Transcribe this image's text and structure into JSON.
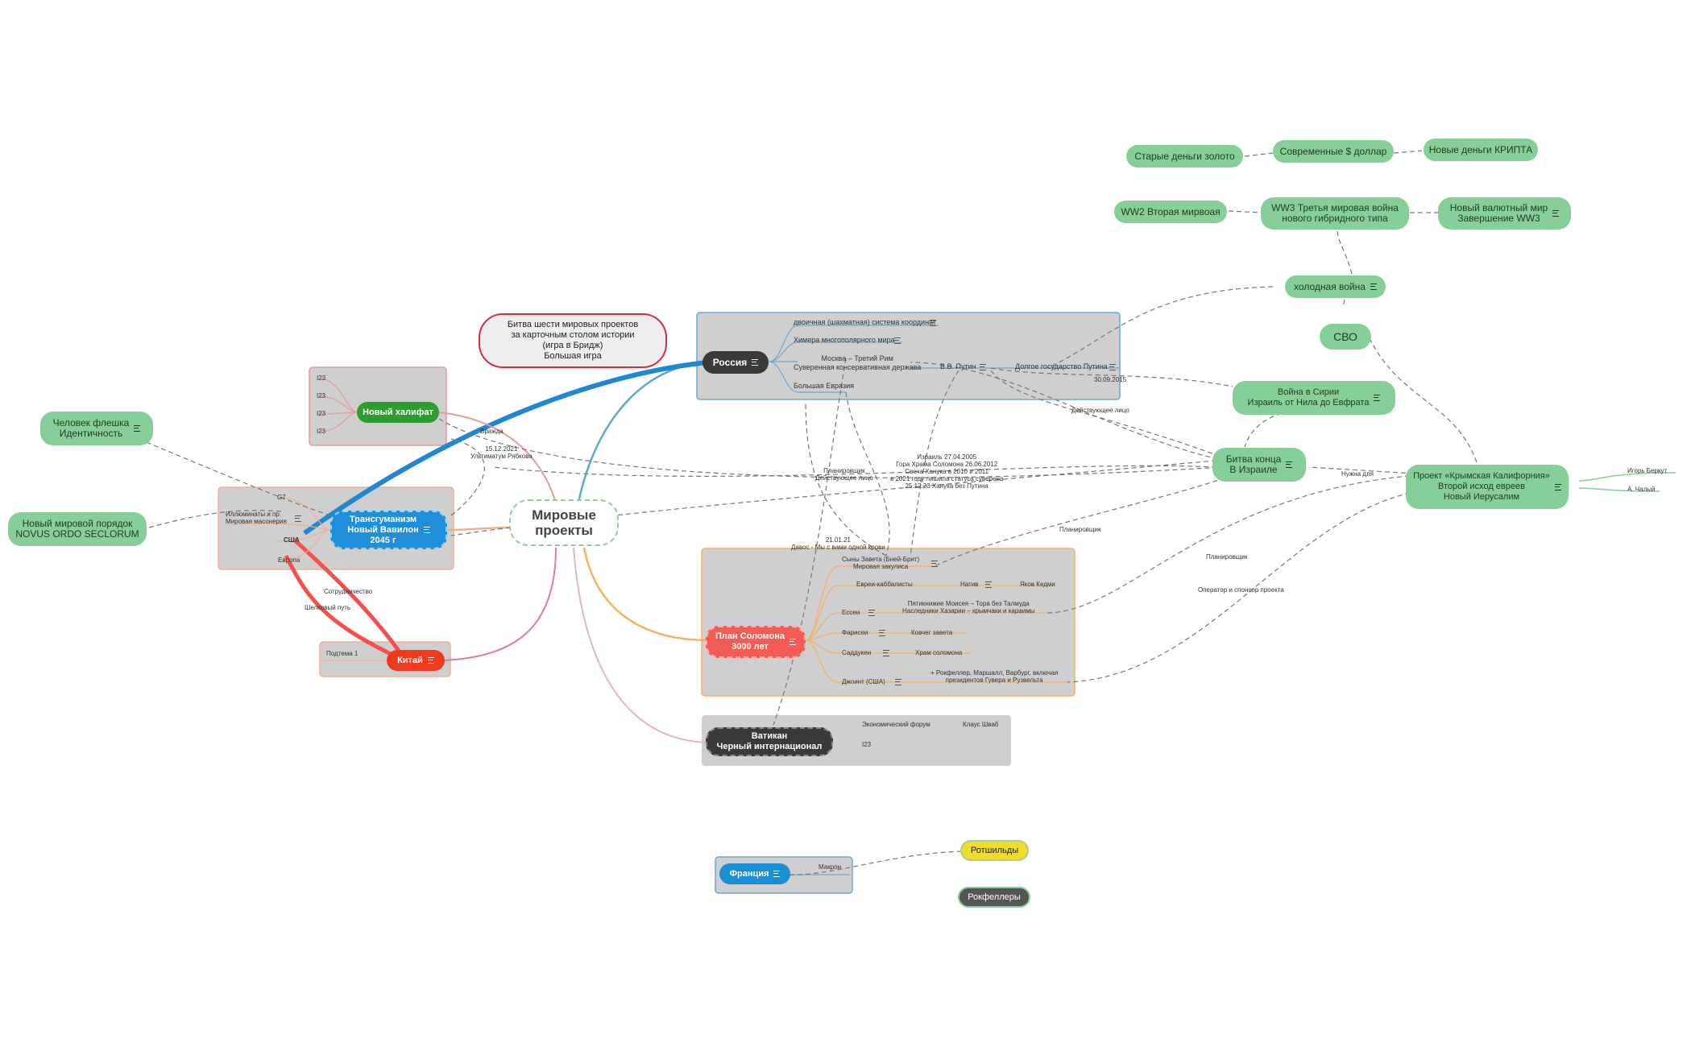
{
  "central": "Мировые\nпроекты",
  "title_bubble": "Битва шести мировых проектов\nза карточным столом истории\n(игра в Бридж)\nБольшая игра",
  "russia": {
    "label": "Россия",
    "items": [
      "двоичная (шахматная) система координат",
      "Химера многополярного мира",
      "Москва – Третий Рим\nСуверенная консервативная держава",
      "Большая Евразия"
    ],
    "putin": "В.В. Путин",
    "putin_child": "Долгое государство Путина"
  },
  "caliphate": {
    "label": "Новый халифат",
    "items": [
      "I23",
      "I23",
      "I23",
      "I23"
    ]
  },
  "transhumanism": {
    "label": "Трансгуманизм\nНовый Вавилон\n2045 г",
    "items": [
      "G7",
      "Иллюминаты и пр.\nМировая масонерия",
      "США",
      "Европа"
    ]
  },
  "china": {
    "label": "Китай",
    "item": "Подтема 1"
  },
  "solomon": {
    "label": "План Соломона\n3000 лет",
    "items": [
      "Сыны Завета (Бней-Брит)\nМировая закулиса",
      "Евреи-каббалисты",
      "Ессеи",
      "Фарисеи",
      "Саддукеи",
      "Джоинт (США)"
    ],
    "sub": [
      "Натив",
      "Яков Кедми",
      "Пятикнижие Моисея – Тора без Талмуда\nНаследники Хазарии – крымчаки и караимы",
      "Ковчег завета",
      "Храм соломона",
      "+ Рокфеллер, Маршалл, Варбург, включая\nпрезидентов Гувера и Рузвельта"
    ]
  },
  "vatican": {
    "label": "Ватикан\nЧерный интернационал",
    "items": [
      "Экономический форум",
      "Клаус Шваб",
      "I23"
    ]
  },
  "france": {
    "label": "Франция",
    "item": "Макрон"
  },
  "rothschild": "Ротшильды",
  "rockefeller": "Рокфеллеры",
  "left_nodes": [
    "Человек флешка\nИдентичность",
    "Новый мировой порядок\nNOVUS ORDO SECLORUM"
  ],
  "right_nodes": {
    "old_money": "Старые деньги золото",
    "modern_money": "Современные $ доллар",
    "new_money": "Новые деньги КРИПТА",
    "ww2": "WW2 Вторая мирвоая",
    "ww3": "WW3 Третья мировая война\nнового гибридного типа",
    "new_world": "Новый валютный мир\nЗавершение WW3",
    "cold_war": "холодная война",
    "svo": "СВО",
    "syria": "Война в Сирии\nИзраиль от Нила до Евфрата",
    "battle": "Битва конца\nВ Израиле",
    "crimea": "Проект «Крымская Калифорния»\nВторой исход евреев\nНовый Иерусалим",
    "igor": "Игорь Беркут",
    "chaly": "А. Чалый"
  },
  "link_labels": {
    "enmity": "Вражда",
    "ultimatum": "15.12.2021\nУльтиматум Рябкова",
    "cooperation": "Сотрудничество",
    "silk_road": "Шелковый путь",
    "planner_face": "Планировщик\nДействующее лицо",
    "israel_dates": "Израиль 27.04.2005\nГора Храма Соломона 26.06.2012\nСвеча Ханука в 2010 и 2011\nв 2021 году лишила статуса суверена\n25.12.23 Ханука без Путина",
    "davos": "21.01.21\nДавос - Мы с вами одной крови",
    "date_300915": "30.09.2015",
    "acting_face": "Действующее лицо",
    "planner1": "Планировщик",
    "planner2": "Планировщик",
    "operator": "Оператор и спонсор проекта",
    "needed_for": "Нужна для"
  },
  "colors": {
    "russia": "#3a3a3a",
    "blue_link": "#1f88d0",
    "caliphate": "#2f9c2f",
    "transhuman": "#1e8fd8",
    "china": "#f03a1e",
    "solomon": "#f25c54",
    "france": "#1a8fd6",
    "rothschild": "#f0dc2a",
    "green_node": "#86cf98"
  }
}
